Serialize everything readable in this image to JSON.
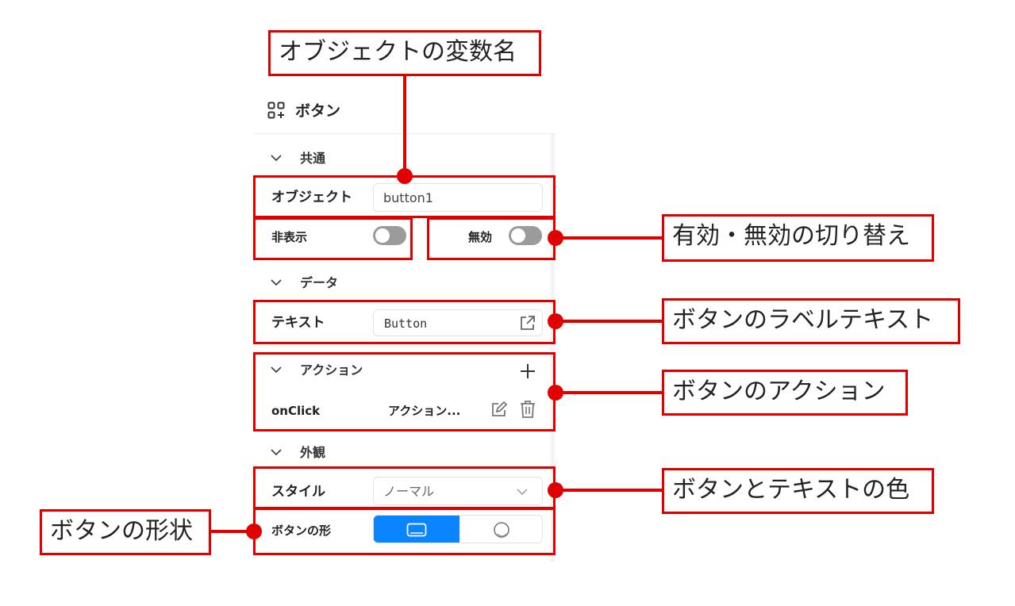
{
  "panel": {
    "object_title": "ボタン",
    "sections": {
      "common": "共通",
      "data": "データ",
      "action": "アクション",
      "appearance": "外観"
    },
    "object_label": "オブジェクト",
    "object_value": "button1",
    "hidden_label": "非表示",
    "disabled_label": "無効",
    "text_label": "テキスト",
    "text_value": "Button",
    "event_label": "onClick",
    "event_value": "アクション...",
    "style_label": "スタイル",
    "style_value": "ノーマル",
    "shape_label": "ボタンの形"
  },
  "annotations": {
    "variable_name": "オブジェクトの変数名",
    "enable_toggle": "有効・無効の切り替え",
    "label_text": "ボタンのラベルテキスト",
    "action": "ボタンのアクション",
    "color": "ボタンとテキストの色",
    "shape": "ボタンの形状"
  },
  "colors": {
    "annotation_red": "#e00000",
    "accent_blue": "#0a84ff",
    "toggle_off": "#9b9b9b"
  }
}
